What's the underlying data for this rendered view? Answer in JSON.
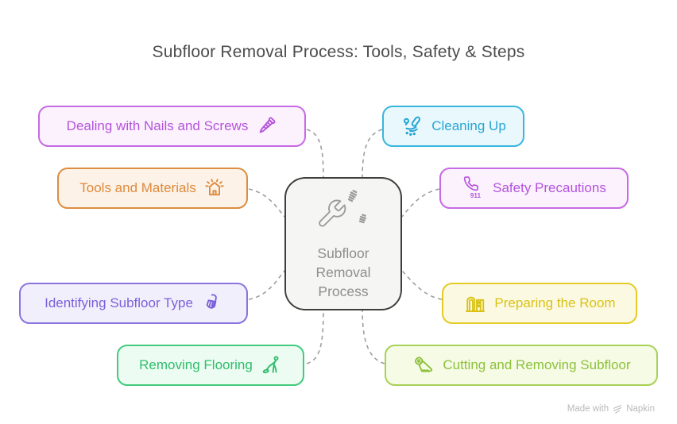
{
  "title": "Subfloor Removal Process: Tools, Safety & Steps",
  "center": {
    "lines": [
      "Subfloor",
      "Removal",
      "Process"
    ],
    "icon": "wrench-and-screws-icon",
    "fill": "#f5f5f4",
    "border": "#3e3e3c",
    "text_color": "#8e8e8e",
    "icon_color": "#9b9b97"
  },
  "nodes": [
    {
      "id": "dealing-with-nails-and-screws",
      "label": "Dealing with Nails and Screws",
      "icon": "screw-icon",
      "side": "left",
      "color": "#b553dd",
      "border": "#c76ae3",
      "fill": "#fbf2fd"
    },
    {
      "id": "tools-and-materials",
      "label": "Tools and Materials",
      "icon": "shining-house-icon",
      "side": "left",
      "color": "#dd8a3c",
      "border": "#db8e41",
      "fill": "#fdf2e7"
    },
    {
      "id": "identifying-subfloor-type",
      "label": "Identifying Subfloor Type",
      "icon": "hand-brush-icon",
      "side": "left",
      "color": "#7b61d8",
      "border": "#8b72de",
      "fill": "#f2effc"
    },
    {
      "id": "removing-flooring",
      "label": "Removing Flooring",
      "icon": "person-vacuuming-icon",
      "side": "left",
      "color": "#2fbe6c",
      "border": "#43ca7e",
      "fill": "#ecfcf2"
    },
    {
      "id": "cleaning-up",
      "label": "Cleaning Up",
      "icon": "sweeping-brush-icon",
      "side": "right",
      "color": "#27a5d3",
      "border": "#38b6de",
      "fill": "#e9f8fd"
    },
    {
      "id": "safety-precautions",
      "label": "Safety Precautions",
      "icon": "emergency-phone-911-icon",
      "icon_text": "911",
      "side": "right",
      "color": "#b553dd",
      "border": "#c76ae3",
      "fill": "#fbf2fd"
    },
    {
      "id": "preparing-the-room",
      "label": "Preparing the Room",
      "icon": "furniture-vanity-icon",
      "side": "right",
      "color": "#d9c215",
      "border": "#e2cc25",
      "fill": "#fcf9e2"
    },
    {
      "id": "cutting-and-removing-subfloor",
      "label": "Cutting and Removing Subfloor",
      "icon": "hand-saw-icon",
      "side": "right",
      "color": "#8dc13c",
      "border": "#a8d158",
      "fill": "#f6fbe5"
    }
  ],
  "connector_color": "#9e9e9e",
  "footer": {
    "made_with": "Made with",
    "brand": "Napkin"
  }
}
